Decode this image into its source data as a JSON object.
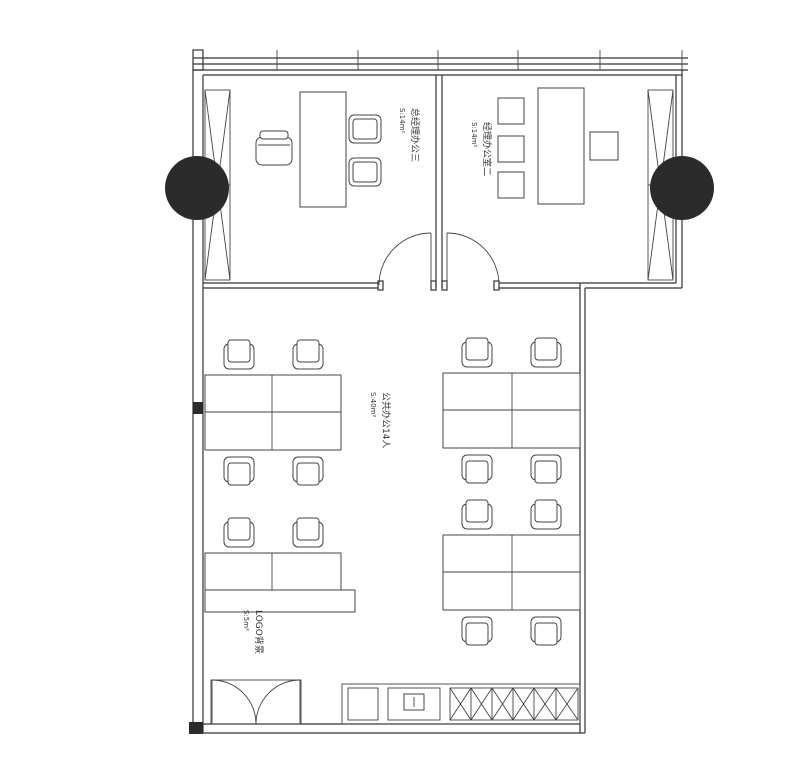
{
  "rooms": {
    "gm_office": {
      "name": "总经理办公三",
      "area": "S:14m²"
    },
    "mgr_office": {
      "name": "经理办公室二",
      "area": "S:14m²"
    },
    "open_office": {
      "name": "公共办公14人",
      "area": "S:40m²"
    },
    "logo_wall": {
      "name": "LOGO背景",
      "area": "S:5m²"
    }
  },
  "colors": {
    "line": "#333333",
    "column": "#2b2b2b",
    "background": "#ffffff"
  }
}
